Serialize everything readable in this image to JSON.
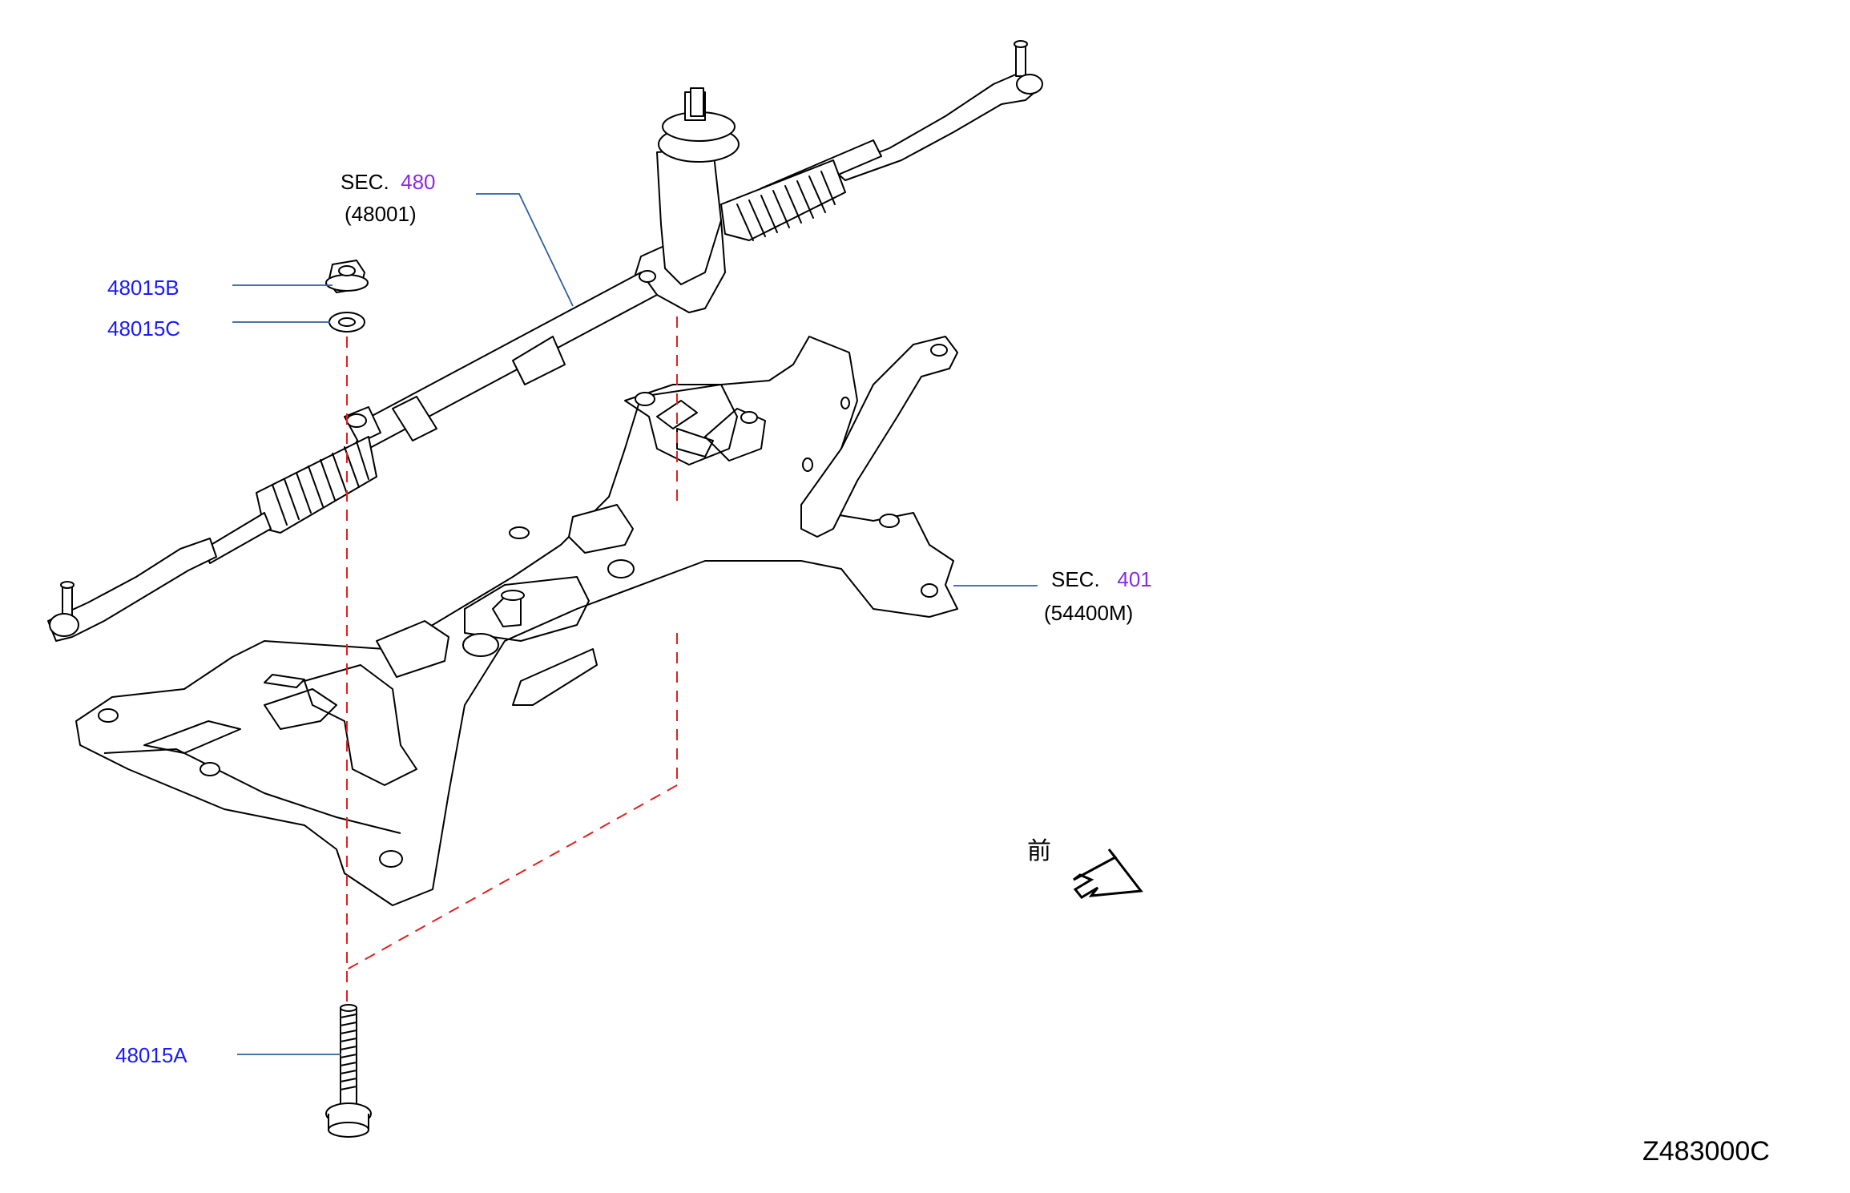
{
  "figure_code": "Z483000C",
  "front_label": "前",
  "colors": {
    "part_link": "#1a1aff",
    "section_link": "#8a2be2",
    "leader_line": "#2f5f9f",
    "centerline": "#e02020",
    "outline": "#000000"
  },
  "callouts": {
    "steering_gear": {
      "sec_prefix": "SEC.",
      "sec_number": "480",
      "part_number": "(48001)"
    },
    "nut": {
      "part_number": "48015B"
    },
    "washer": {
      "part_number": "48015C"
    },
    "bolt": {
      "part_number": "48015A"
    },
    "member": {
      "sec_prefix": "SEC.",
      "sec_number": "401",
      "part_number": "(54400M)"
    }
  }
}
